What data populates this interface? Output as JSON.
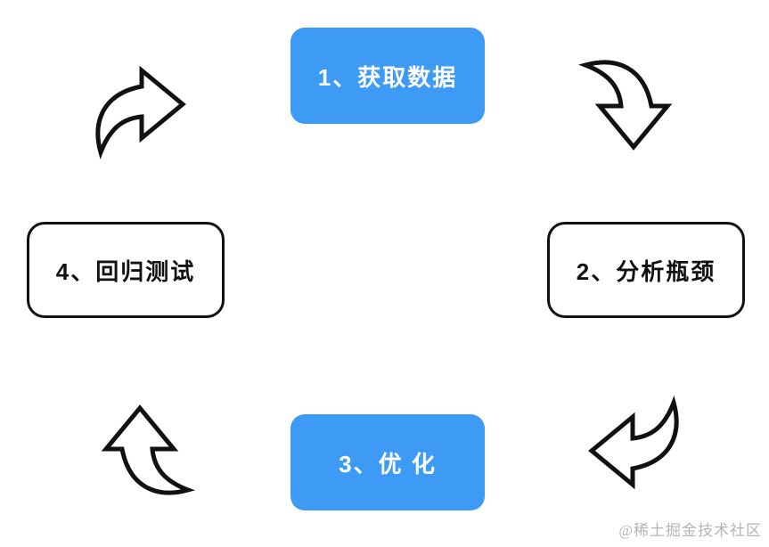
{
  "diagram": {
    "description": "four-step performance optimization cycle",
    "steps": [
      {
        "order": "1",
        "label": "1、获取数据",
        "style": "primary"
      },
      {
        "order": "2",
        "label": "2、分析瓶颈",
        "style": "outline"
      },
      {
        "order": "3",
        "label": "3、优 化",
        "style": "primary"
      },
      {
        "order": "4",
        "label": "4、回归测试",
        "style": "outline"
      }
    ],
    "arrows": [
      {
        "name": "arrow-step4-to-step1",
        "position": "top-left",
        "direction": "curves-up-right"
      },
      {
        "name": "arrow-step1-to-step2",
        "position": "top-right",
        "direction": "curves-down-right"
      },
      {
        "name": "arrow-step2-to-step3",
        "position": "bottom-right",
        "direction": "curves-down-left"
      },
      {
        "name": "arrow-step3-to-step4",
        "position": "bottom-left",
        "direction": "curves-up-left"
      }
    ],
    "colors": {
      "primary_fill": "#3d9bf6",
      "primary_text": "#ffffff",
      "outline_border": "#111111",
      "outline_text": "#111111",
      "arrow_stroke": "#111111",
      "arrow_fill": "#ffffff",
      "background": "#ffffff"
    }
  },
  "watermark": {
    "text": "@稀土掘金技术社区",
    "color": "#b5b5b5"
  }
}
